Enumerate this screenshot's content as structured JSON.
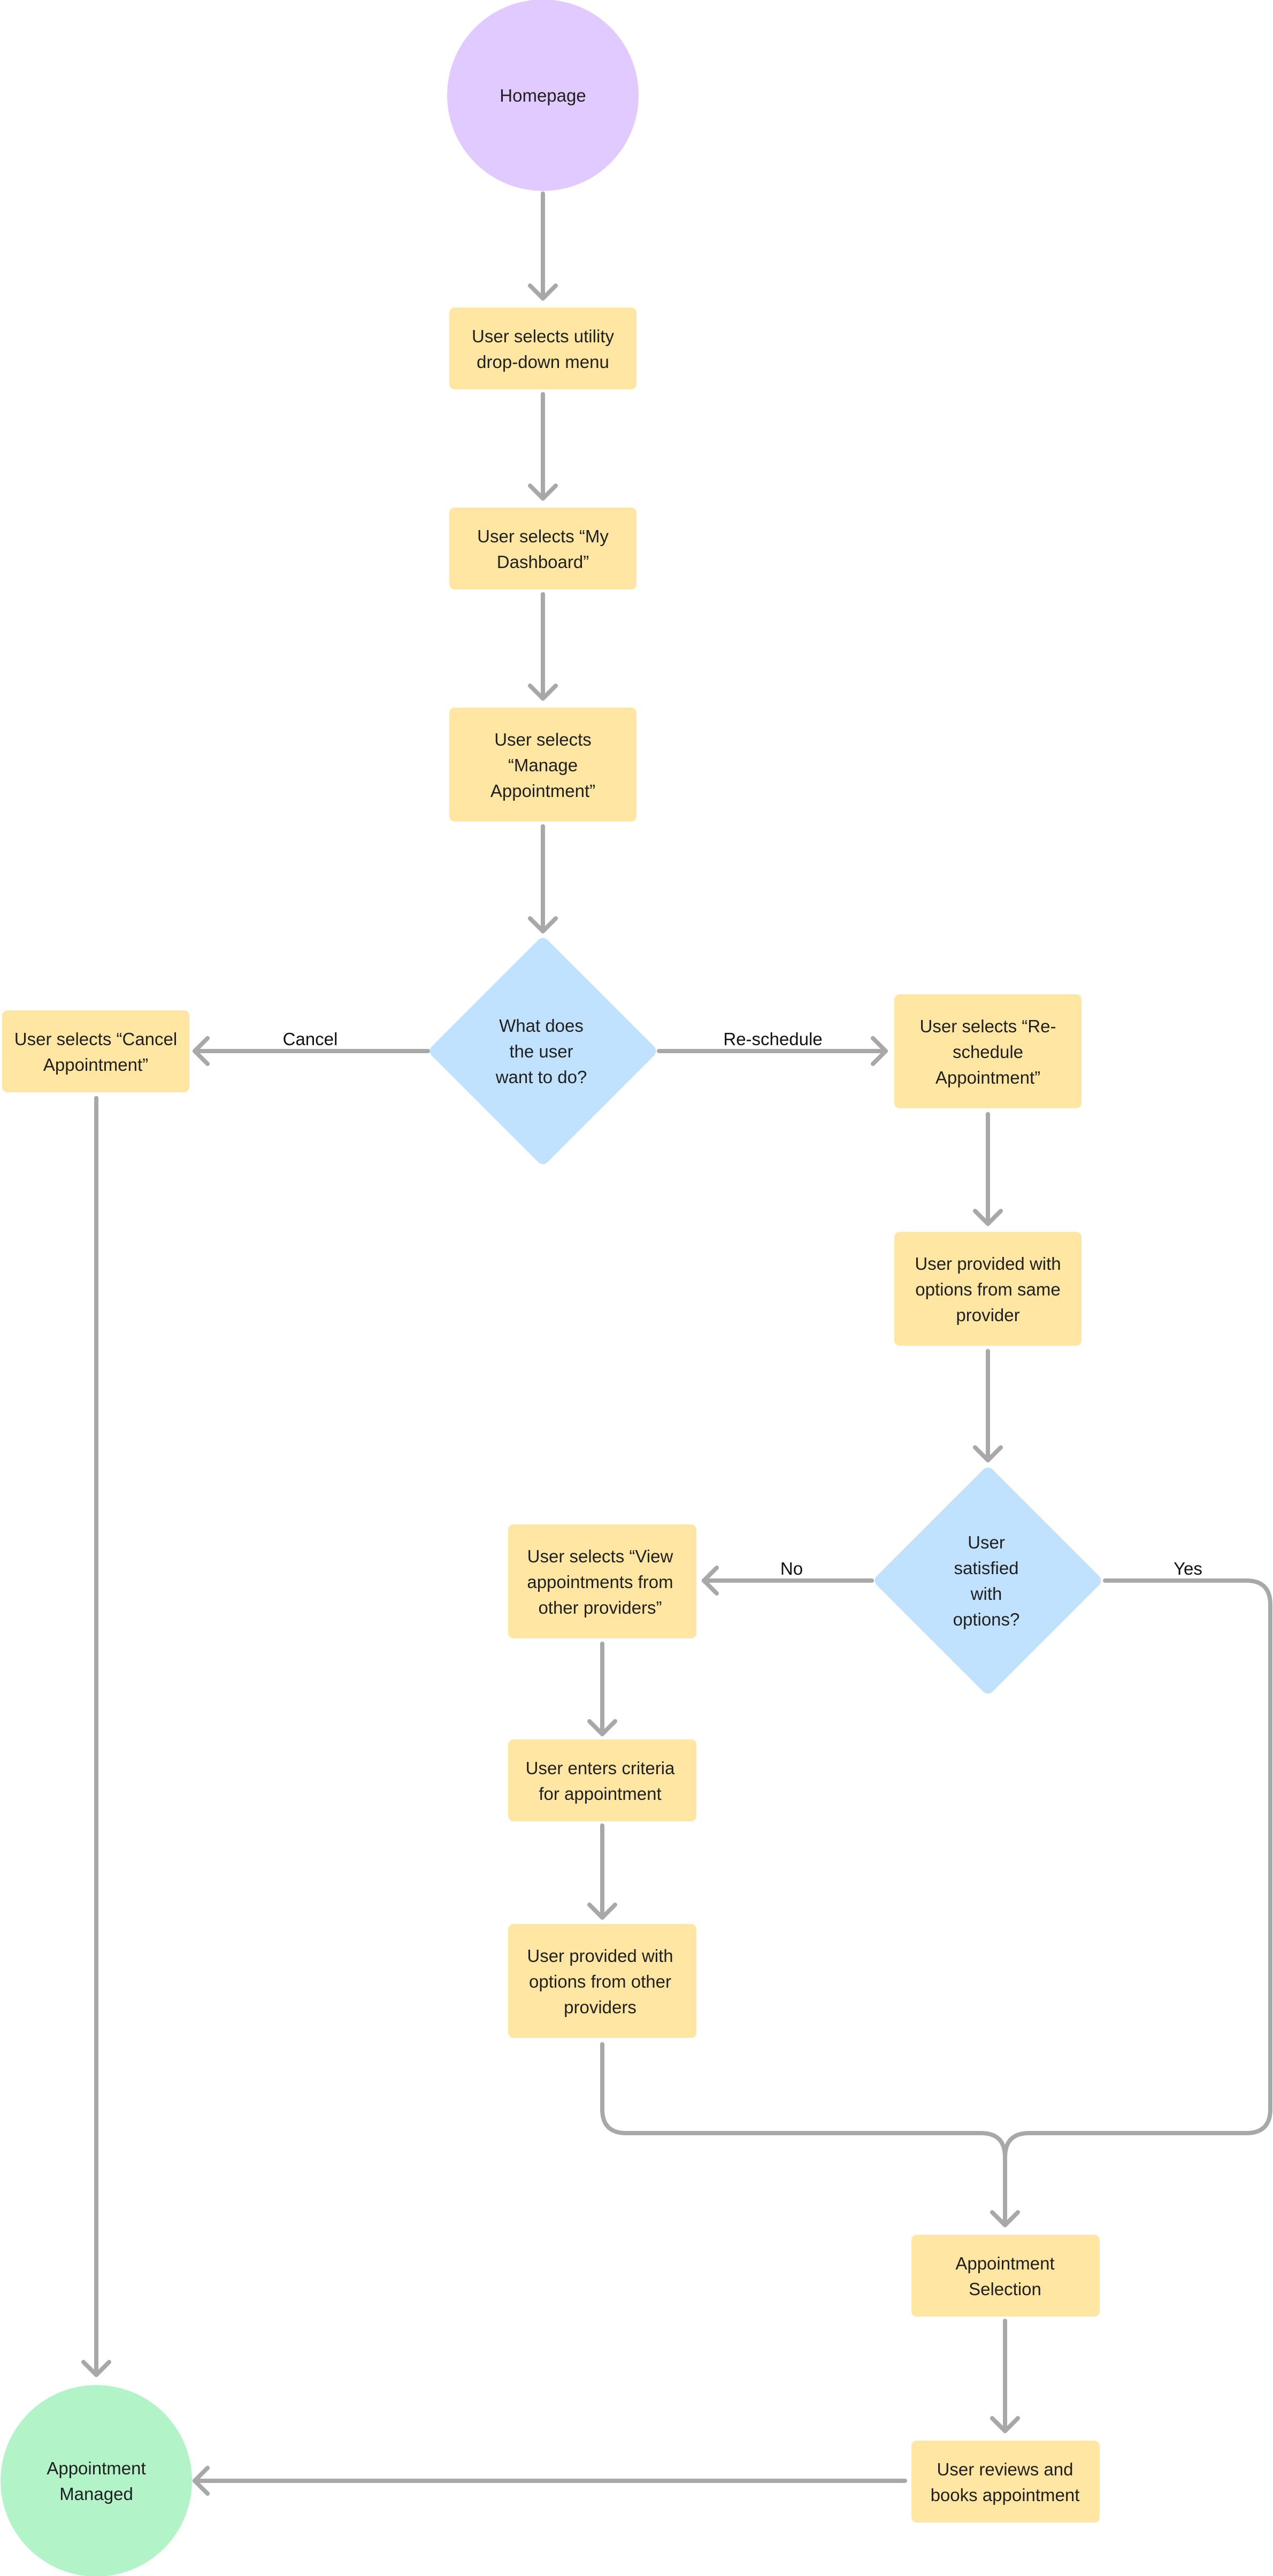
{
  "colors": {
    "start": "#e1caff",
    "end": "#b3f3c8",
    "process": "#ffe6a2",
    "decision": "#c0e2fe",
    "connector": "#a8a8a8",
    "text": "#1f1f1f"
  },
  "nodes": {
    "homepage": {
      "lines": [
        "Homepage"
      ]
    },
    "utility_menu": {
      "lines": [
        "User selects utility",
        "drop-down menu"
      ]
    },
    "my_dashboard": {
      "lines": [
        "User selects “My",
        "Dashboard”"
      ]
    },
    "manage_appointment": {
      "lines": [
        "User selects",
        "“Manage",
        "Appointment”"
      ]
    },
    "what_to_do": {
      "lines": [
        "What does",
        "the user",
        "want to do?"
      ]
    },
    "cancel_appointment": {
      "lines": [
        "User selects “Cancel",
        "Appointment”"
      ]
    },
    "reschedule_appointment": {
      "lines": [
        "User selects “Re-",
        "schedule",
        "Appointment”"
      ]
    },
    "same_provider_options": {
      "lines": [
        "User provided with",
        "options from same",
        "provider"
      ]
    },
    "satisfied": {
      "lines": [
        "User",
        "satisfied",
        "with",
        "options?"
      ]
    },
    "view_other_providers": {
      "lines": [
        "User selects “View",
        "appointments from",
        "other providers”"
      ]
    },
    "enter_criteria": {
      "lines": [
        "User enters criteria",
        "for appointment"
      ]
    },
    "other_provider_options": {
      "lines": [
        "User provided with",
        "options from other",
        "providers"
      ]
    },
    "appointment_selection": {
      "lines": [
        "Appointment",
        "Selection"
      ]
    },
    "review_and_book": {
      "lines": [
        "User reviews and",
        "books appointment"
      ]
    },
    "appointment_managed": {
      "lines": [
        "Appointment",
        "Managed"
      ]
    }
  },
  "edge_labels": {
    "cancel": "Cancel",
    "reschedule": "Re-schedule",
    "no": "No",
    "yes": "Yes"
  }
}
